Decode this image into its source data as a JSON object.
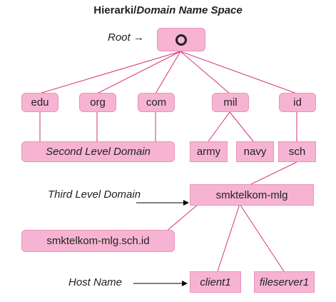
{
  "title": {
    "bold": "Hierarki/",
    "italic": "Domain Name Space"
  },
  "labels": {
    "root": "Root →",
    "third_level": "Third Level Domain",
    "host_name": "Host Name"
  },
  "nodes": {
    "edu": "edu",
    "org": "org",
    "com": "com",
    "mil": "mil",
    "id": "id",
    "second_level": "Second Level Domain",
    "army": "army",
    "navy": "navy",
    "sch": "sch",
    "smktelkom_mlg": "smktelkom-mlg",
    "fqdn": "smktelkom-mlg.sch.id",
    "client1": "client1",
    "fileserver1": "fileserver1"
  },
  "icons": {
    "root": "root-ring-icon"
  },
  "colors": {
    "node_fill": "#f7b4d2",
    "line": "#d6307a",
    "arrow": "#000000"
  }
}
